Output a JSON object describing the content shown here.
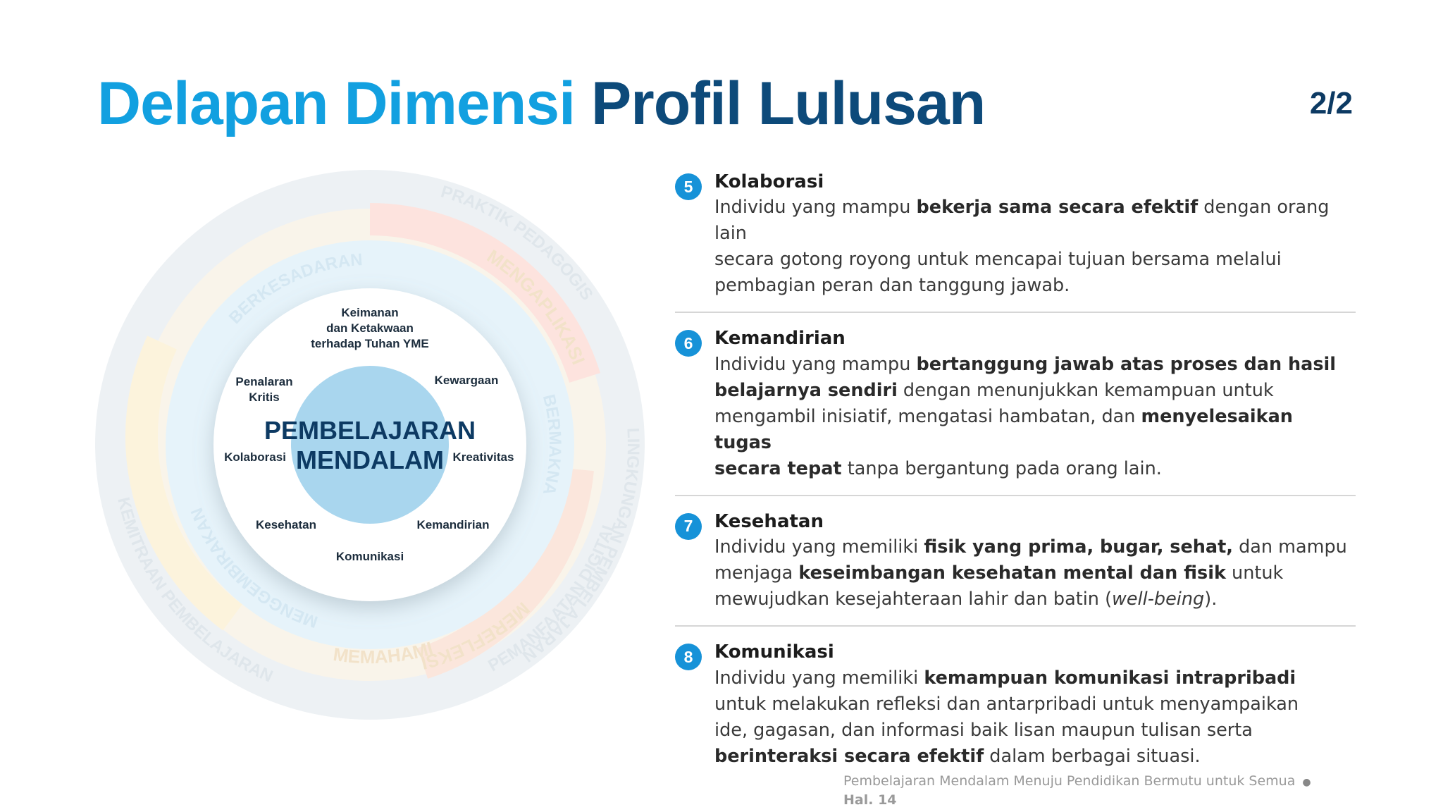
{
  "title": {
    "part1": "Delapan Dimensi",
    "part2": "Profil Lulusan"
  },
  "page_indicator": "2/2",
  "diagram": {
    "center": [
      "PEMBELAJARAN",
      "MENDALAM"
    ],
    "dimensions": {
      "keimanan": [
        "Keimanan",
        "dan Ketakwaan",
        "terhadap Tuhan YME"
      ],
      "kewargaan": "Kewargaan",
      "kreativitas": "Kreativitas",
      "kemandirian": "Kemandirian",
      "komunikasi": "Komunikasi",
      "kesehatan": "Kesehatan",
      "kolaborasi": "Kolaborasi",
      "penalaran": [
        "Penalaran",
        "Kritis"
      ]
    },
    "principles": [
      "BERMAKNA",
      "MENGGEMBIRAKAN",
      "BERKESADARAN"
    ],
    "experiences": [
      "MEMAHAMI",
      "MENGAPLIKASI",
      "MEREFLEKSI"
    ],
    "frameworks": [
      "PRAKTIK PEDAGOGIS",
      "LINGKUNGAN PEMBELAJARAN",
      "PEMANFAATAN DIGITAL",
      "KEMITRAAN PEMBELAJARAN"
    ]
  },
  "dims": [
    {
      "num": "5",
      "title": "Kolaborasi",
      "lines": [
        [
          "Individu yang mampu ",
          "**bekerja sama secara efektif",
          " dengan orang lain"
        ],
        [
          "secara gotong royong untuk mencapai tujuan bersama melalui"
        ],
        [
          "pembagian peran dan tanggung jawab."
        ]
      ]
    },
    {
      "num": "6",
      "title": "Kemandirian",
      "lines": [
        [
          "Individu yang mampu ",
          "**bertanggung jawab atas proses dan hasil"
        ],
        [
          "**belajarnya sendiri",
          " dengan menunjukkan kemampuan untuk"
        ],
        [
          "mengambil inisiatif, mengatasi hambatan, dan ",
          "**menyelesaikan tugas"
        ],
        [
          "**secara tepat",
          " tanpa bergantung pada orang lain."
        ]
      ]
    },
    {
      "num": "7",
      "title": "Kesehatan",
      "lines": [
        [
          "Individu yang memiliki ",
          "**fisik yang prima, bugar, sehat,",
          " dan mampu"
        ],
        [
          "menjaga ",
          "**keseimbangan kesehatan mental dan fisik",
          " untuk"
        ],
        [
          "mewujudkan  kesejahteraan lahir dan batin (",
          "__well-being",
          ")."
        ]
      ]
    },
    {
      "num": "8",
      "title": "Komunikasi",
      "lines": [
        [
          "Individu yang memiliki ",
          "**kemampuan komunikasi intrapribadi"
        ],
        [
          "untuk melakukan refleksi dan antarpribadi untuk menyampaikan"
        ],
        [
          "ide, gagasan, dan informasi baik lisan maupun tulisan serta"
        ],
        [
          "**berinteraksi secara efektif",
          " dalam berbagai situasi."
        ]
      ]
    }
  ],
  "footer": {
    "text": "Pembelajaran Mendalam Menuju Pendidikan Bermutu untuk Semua",
    "page": "Hal. 14"
  },
  "colors": {
    "title_light": "#12a0e0",
    "title_dark": "#0d4a7a",
    "badge": "#1692d8",
    "center": "#a9d6ee",
    "ring_outer": "#e8eef2",
    "ring_inner": "#e2f2fa"
  }
}
